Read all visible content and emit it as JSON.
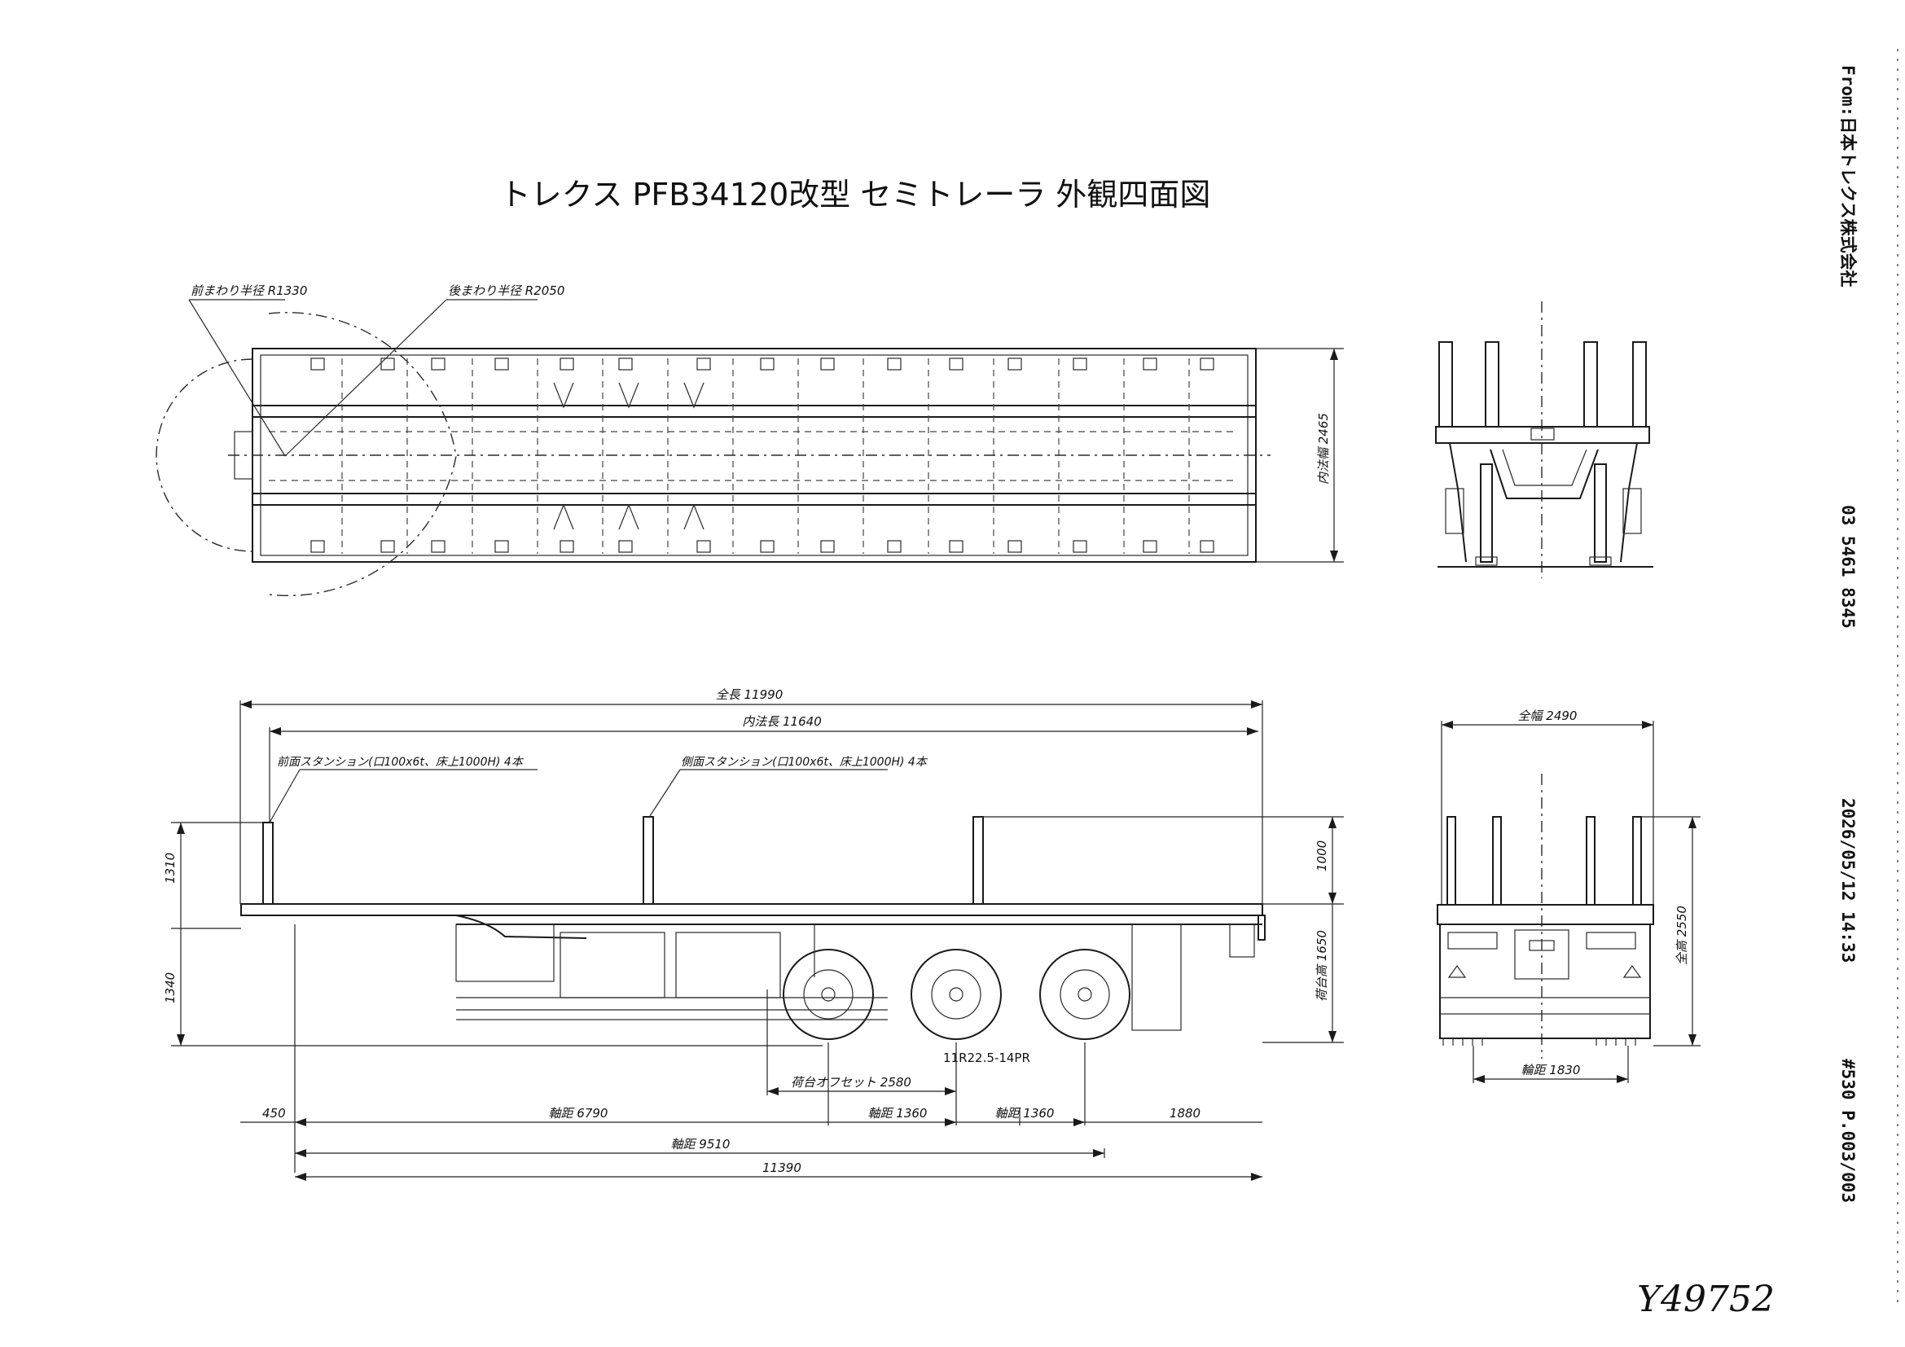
{
  "title": "トレクス PFB34120改型 セミトレーラ 外観四面図",
  "plan_view": {
    "label_front_radius": "前まわり半径 R1330",
    "label_rear_radius": "後まわり半径 R2050",
    "dim_inner_width": "内法幅 2465"
  },
  "side_view": {
    "dim_overall_length": "全長 11990",
    "dim_deck_length": "内法長 11640",
    "label_front_stanchion": "前面スタンション(口100x6t、床上1000H) 4本",
    "label_side_stanchion": "側面スタンション(口100x6t、床上1000H) 4本",
    "dim_stanchion_height": "1000",
    "dim_deck_height": "荷台高 1650",
    "dim_front_1310": "1310",
    "dim_front_1340": "1340",
    "tire_spec": "11R22.5-14PR",
    "dim_kingpin_offset": "荷台オフセット 2580",
    "dim_450": "450",
    "dim_wheelbase": "軸距 6790",
    "dim_axle_1": "軸距 1360",
    "dim_axle_2": "軸距 1360",
    "dim_rear_overhang": "1880",
    "dim_9510": "軸距 9510",
    "dim_11390": "11390"
  },
  "front_view": {
    "dim_overall_width": "全幅 2490"
  },
  "rear_view": {
    "dim_overall_height": "全高 2550",
    "dim_track": "輪距 1830"
  },
  "fax_header": {
    "from": "From:日本トレクス株式会社",
    "phone": "03 5461 8345",
    "datetime": "2026/05/12 14:33",
    "page": "#530 P.003/003"
  },
  "handwritten_number": "Y49752"
}
